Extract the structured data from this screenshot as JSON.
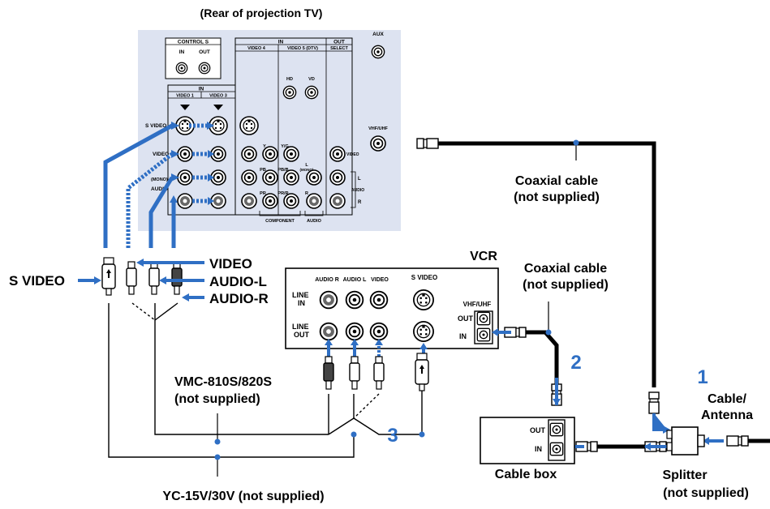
{
  "title": "(Rear of projection TV)",
  "tv": {
    "control_s": "CONTROL S",
    "in": "IN",
    "out": "OUT",
    "in_header": "IN",
    "out_header": "OUT",
    "select": "SELECT",
    "aux": "AUX",
    "video4": "VIDEO 4",
    "video5": "VIDEO 5 (DTV)",
    "hd": "HD",
    "vd": "VD",
    "in_sub": "IN",
    "video1": "VIDEO 1",
    "video3": "VIDEO 3",
    "s_video": "S VIDEO",
    "video": "VIDEO",
    "mono": "(MONO)",
    "audio": "AUDIO",
    "y": "Y",
    "yg": "Y/G",
    "pb": "PB",
    "pbb": "PB/B",
    "pr": "PR",
    "prr": "PR/R",
    "l": "L",
    "l_mono": "(MONO)",
    "r": "R",
    "component": "COMPONENT",
    "audio_bottom": "AUDIO",
    "out_video": "VIDEO",
    "out_l": "L",
    "out_audio": "AUDIO",
    "out_r": "R",
    "vhf_uhf": "VHF/UHF"
  },
  "labels": {
    "s_video": "S VIDEO",
    "video": "VIDEO",
    "audio_l": "AUDIO-L",
    "audio_r": "AUDIO-R",
    "coax1_line1": "Coaxial cable",
    "coax1_line2": "(not supplied)",
    "coax2_line1": "Coaxial cable",
    "coax2_line2": "(not supplied)",
    "vmc_line1": "VMC-810S/820S",
    "vmc_line2": "(not supplied)",
    "yc": "YC-15V/30V (not supplied)",
    "cable_box": "Cable box",
    "splitter_line1": "Splitter",
    "splitter_line2": "(not supplied)",
    "cable_line1": "Cable/",
    "cable_line2": "Antenna",
    "step1": "1",
    "step2": "2",
    "step3": "3"
  },
  "vcr": {
    "title": "VCR",
    "audio_r": "AUDIO R",
    "audio_l": "AUDIO L",
    "video": "VIDEO",
    "s_video": "S VIDEO",
    "line_in_1": "LINE",
    "line_in_2": "IN",
    "line_out_1": "LINE",
    "line_out_2": "OUT",
    "vhf_uhf": "VHF/UHF",
    "out": "OUT",
    "in": "IN"
  },
  "cable_box": {
    "out": "OUT",
    "in": "IN"
  },
  "colors": {
    "panel": "#dde3f1",
    "arrow": "#2f6fc4",
    "cable": "#000000"
  }
}
